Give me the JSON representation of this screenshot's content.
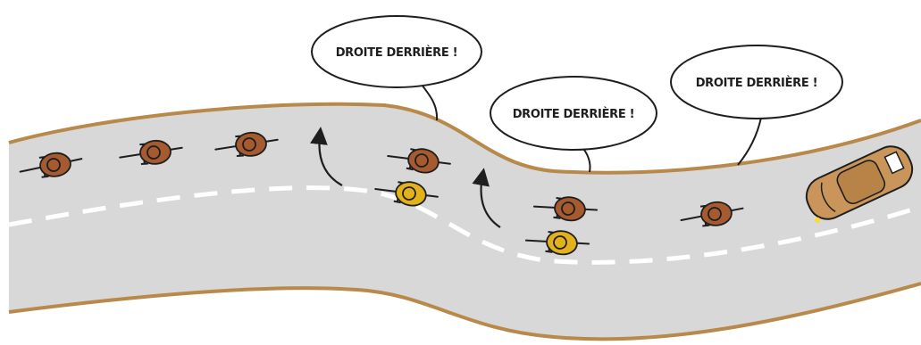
{
  "speech_bubbles": [
    {
      "id": "bubble-1",
      "text": "DROITE DERRIÈRE !"
    },
    {
      "id": "bubble-2",
      "text": "DROITE DERRIÈRE !"
    },
    {
      "id": "bubble-3",
      "text": "DROITE DERRIÈRE !"
    }
  ],
  "colors": {
    "road": "#d8d8d8",
    "road_edge": "#b8894a",
    "lane_marking": "#ffffff",
    "cyclist_brown": "#a65a30",
    "cyclist_yellow": "#e3b21a",
    "car": "#c9955b",
    "outline": "#1e1e1e"
  },
  "cyclists": [
    {
      "id": "rider-1",
      "color": "brown"
    },
    {
      "id": "rider-2",
      "color": "brown"
    },
    {
      "id": "rider-3",
      "color": "brown"
    },
    {
      "id": "rider-4",
      "color": "brown"
    },
    {
      "id": "rider-5",
      "color": "yellow"
    },
    {
      "id": "rider-6",
      "color": "brown"
    },
    {
      "id": "rider-7",
      "color": "yellow"
    },
    {
      "id": "rider-8",
      "color": "brown"
    }
  ],
  "vehicle": {
    "type": "car-icon"
  },
  "arrows": [
    {
      "id": "overtake-arrow-1"
    },
    {
      "id": "overtake-arrow-2"
    }
  ]
}
